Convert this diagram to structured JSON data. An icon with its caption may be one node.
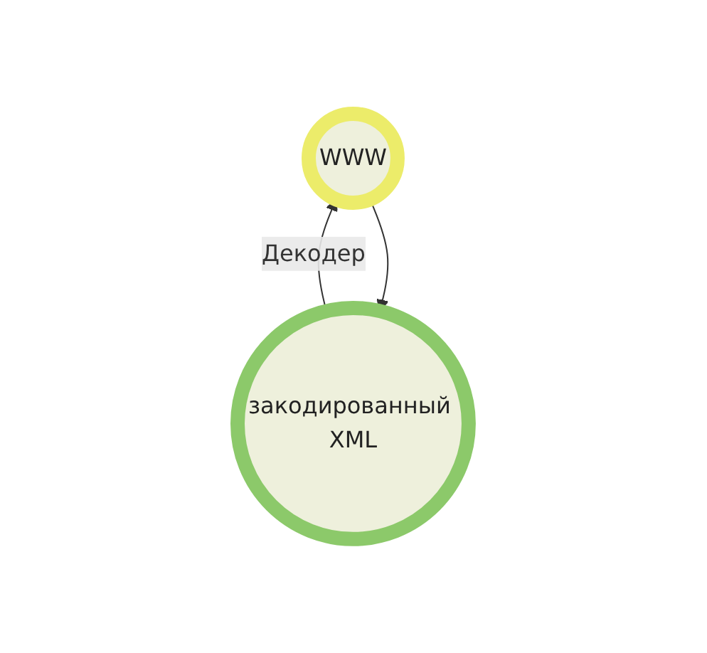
{
  "diagram": {
    "nodes": [
      {
        "text": [
          "закодированный XML"
        ]
      },
      {
        "text": [
          "WWW"
        ]
      }
    ],
    "edges": [
      {
        "from": 1,
        "to": 0,
        "arrow": "to"
      },
      {
        "from": 0,
        "to": 1,
        "arrow": "to",
        "label": "Декодер"
      }
    ]
  }
}
